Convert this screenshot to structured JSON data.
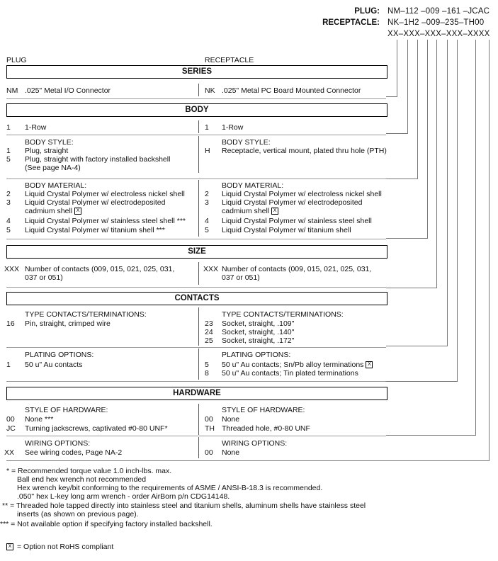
{
  "header": {
    "plug_label": "PLUG:",
    "plug_code": "NM–112 –009 –161 –JCAC",
    "receptacle_label": "RECEPTACLE:",
    "receptacle_code": "NK–1H2 –009–235–TH00",
    "template_code": "XX–XXX–XXX–XXX–XXXX"
  },
  "columns": {
    "plug": "PLUG",
    "receptacle": "RECEPTACLE"
  },
  "series": {
    "title": "SERIES",
    "plug_code": "NM",
    "plug_text": ".025\" Metal I/O Connector",
    "rec_code": "NK",
    "rec_text": ".025\" Metal PC Board Mounted Connector"
  },
  "body": {
    "title": "BODY",
    "row": {
      "plug_code": "1",
      "plug_text": "1-Row",
      "rec_code": "1",
      "rec_text": "1-Row"
    },
    "style": {
      "plug_head": "BODY STYLE:",
      "plug_items": [
        {
          "code": "1",
          "text": "Plug, straight"
        },
        {
          "code": "5",
          "text": "Plug, straight with factory installed backshell"
        },
        {
          "code": "",
          "text": "(See page NA-4)"
        }
      ],
      "rec_head": "BODY STYLE:",
      "rec_items": [
        {
          "code": "H",
          "text": "Receptacle, vertical mount, plated thru hole (PTH)"
        }
      ]
    },
    "material": {
      "plug_head": "BODY MATERIAL:",
      "plug_items": [
        {
          "code": "2",
          "text": "Liquid Crystal Polymer w/ electroless nickel shell"
        },
        {
          "code": "3",
          "text": "Liquid Crystal Polymer w/ electrodeposited"
        },
        {
          "code": "",
          "text": "cadmium shell"
        },
        {
          "code": "4",
          "text": "Liquid Crystal Polymer w/ stainless steel shell ***"
        },
        {
          "code": "5",
          "text": "Liquid Crystal Polymer w/ titanium shell ***"
        }
      ],
      "rec_head": "BODY MATERIAL:",
      "rec_items": [
        {
          "code": "2",
          "text": "Liquid Crystal Polymer w/ electroless nickel shell"
        },
        {
          "code": "3",
          "text": "Liquid Crystal Polymer w/ electrodeposited"
        },
        {
          "code": "",
          "text": "cadmium shell"
        },
        {
          "code": "4",
          "text": "Liquid Crystal Polymer w/ stainless steel shell"
        },
        {
          "code": "5",
          "text": "Liquid Crystal Polymer w/ titanium shell"
        }
      ]
    }
  },
  "size": {
    "title": "SIZE",
    "plug_code": "XXX",
    "plug_text_1": "Number of contacts (009, 015, 021, 025, 031,",
    "plug_text_2": "037 or 051)",
    "rec_code": "XXX",
    "rec_text_1": "Number of contacts (009, 015, 021, 025, 031,",
    "rec_text_2": "037 or 051)"
  },
  "contacts": {
    "title": "CONTACTS",
    "type_plug_head": "TYPE CONTACTS/TERMINATIONS:",
    "type_plug_items": [
      {
        "code": "16",
        "text": "Pin, straight, crimped wire"
      }
    ],
    "type_rec_head": "TYPE CONTACTS/TERMINATIONS:",
    "type_rec_items": [
      {
        "code": "23",
        "text": "Socket, straight, .109\""
      },
      {
        "code": "24",
        "text": "Socket, straight, .140\""
      },
      {
        "code": "25",
        "text": "Socket, straight, .172\""
      }
    ],
    "plating_plug_head": "PLATING OPTIONS:",
    "plating_plug_items": [
      {
        "code": "1",
        "text": "50 u\" Au contacts"
      }
    ],
    "plating_rec_head": "PLATING OPTIONS:",
    "plating_rec_items": [
      {
        "code": "5",
        "text": "50 u\" Au contacts; Sn/Pb alloy terminations"
      },
      {
        "code": "8",
        "text": "50 u\" Au contacts; Tin plated terminations"
      }
    ]
  },
  "hardware": {
    "title": "HARDWARE",
    "style_plug_head": "STYLE OF HARDWARE:",
    "style_plug_items": [
      {
        "code": "00",
        "text": "None  ***"
      },
      {
        "code": "JC",
        "text": "Turning jackscrews, captivated #0-80 UNF*"
      }
    ],
    "style_rec_head": "STYLE OF HARDWARE:",
    "style_rec_items": [
      {
        "code": "00",
        "text": "None"
      },
      {
        "code": "TH",
        "text": "Threaded hole, #0-80 UNF"
      }
    ],
    "wiring_plug_head": "WIRING OPTIONS:",
    "wiring_plug_items": [
      {
        "code": "XX",
        "text": "See wiring codes, Page NA-2"
      }
    ],
    "wiring_rec_head": "WIRING OPTIONS:",
    "wiring_rec_items": [
      {
        "code": "00",
        "text": "None"
      }
    ]
  },
  "notes": [
    "* = Recommended torque value 1.0 inch-lbs. max.",
    "Ball end hex wrench not recommended",
    "Hex wrench key/bit conforming to the requirements of ASME / ANSI-B-18.3 is recommended.",
    ".050\" hex L-key long arm wrench - order AirBorn p/n CDG14148.",
    "** = Threaded hole tapped directly into stainless steel and titanium shells, aluminum shells have stainless steel",
    "inserts (as shown on previous page).",
    "*** = Not available option if specifying factory installed backshell."
  ],
  "legend": {
    "symbol": "X",
    "text": "= Option not RoHS compliant"
  }
}
